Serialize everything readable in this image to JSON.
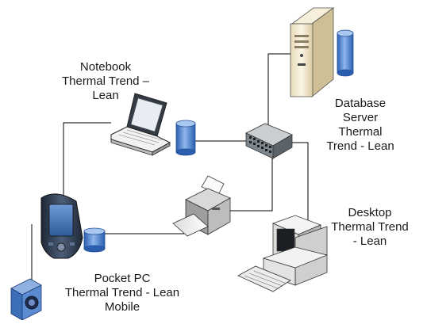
{
  "labels": {
    "notebook": [
      "Notebook",
      "Thermal Trend –",
      "Lean"
    ],
    "server": [
      "Database",
      "Server",
      "Thermal",
      "Trend - Lean"
    ],
    "desktop": [
      "Desktop",
      "Thermal Trend",
      "- Lean"
    ],
    "pocket": [
      "Pocket PC",
      "Thermal Trend - Lean",
      "Mobile"
    ]
  },
  "colors": {
    "line": "#000000",
    "device_dark": "#2f3b4c",
    "device_blue": "#4f7ab8",
    "database_blue": "#3f77c9",
    "server_beige": "#f0e6cc",
    "hub_gray": "#8f969e"
  }
}
